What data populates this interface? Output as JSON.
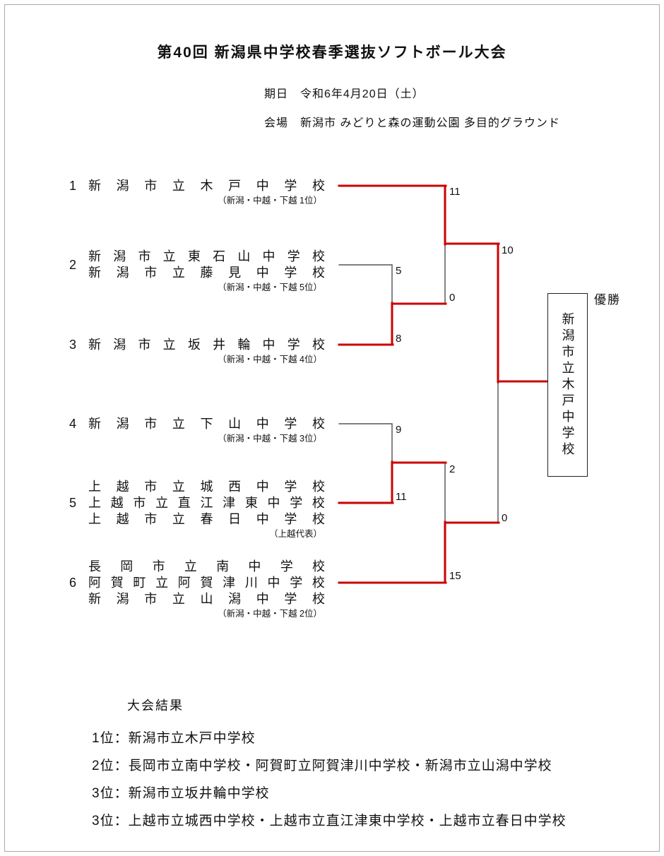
{
  "page": {
    "title": "第40回 新潟県中学校春季選抜ソフトボール大会",
    "date": "期日　令和6年4月20日（土）",
    "venue": "会場　新潟市 みどりと森の運動公園 多目的グラウンド"
  },
  "bracket": {
    "entries": [
      {
        "seed": "1",
        "teams": [
          "新潟市立木戸中学校"
        ],
        "note": "（新潟・中越・下越 1位）"
      },
      {
        "seed": "2",
        "teams": [
          "新潟市立東石山中学校",
          "新潟市立藤見中学校"
        ],
        "note": "（新潟・中越・下越 5位）"
      },
      {
        "seed": "3",
        "teams": [
          "新潟市立坂井輪中学校"
        ],
        "note": "（新潟・中越・下越 4位）"
      },
      {
        "seed": "4",
        "teams": [
          "新潟市立下山中学校"
        ],
        "note": "（新潟・中越・下越 3位）"
      },
      {
        "seed": "5",
        "teams": [
          "上越市立城西中学校",
          "上越市立直江津東中学校",
          "上越市立春日中学校"
        ],
        "note": "（上越代表）"
      },
      {
        "seed": "6",
        "teams": [
          "長岡市立南中学校",
          "阿賀町立阿賀津川中学校",
          "新潟市立山潟中学校"
        ],
        "note": "（新潟・中越・下越 2位）"
      }
    ],
    "scores": {
      "entry1_semifinal": "11",
      "entry2_round1": "5",
      "entry3_round1": "8",
      "round1A_winner_semifinal": "0",
      "semifinal1_winner_final": "10",
      "entry4_round1": "9",
      "entry5_round1": "11",
      "round1B_winner_semifinal": "2",
      "entry6_semifinal": "15",
      "semifinal2_winner_final": "0"
    }
  },
  "champion": {
    "label": "優勝",
    "team": "新潟市立木戸中学校"
  },
  "results": {
    "heading": "大会結果",
    "items": [
      "1位：新潟市立木戸中学校",
      "2位：長岡市立南中学校・阿賀町立阿賀津川中学校・新潟市立山潟中学校",
      "3位：新潟市立坂井輪中学校",
      "3位：上越市立城西中学校・上越市立直江津東中学校・上越市立春日中学校"
    ]
  },
  "colors": {
    "winner_line": "#cc0000",
    "line": "#333333",
    "text": "#111111"
  }
}
